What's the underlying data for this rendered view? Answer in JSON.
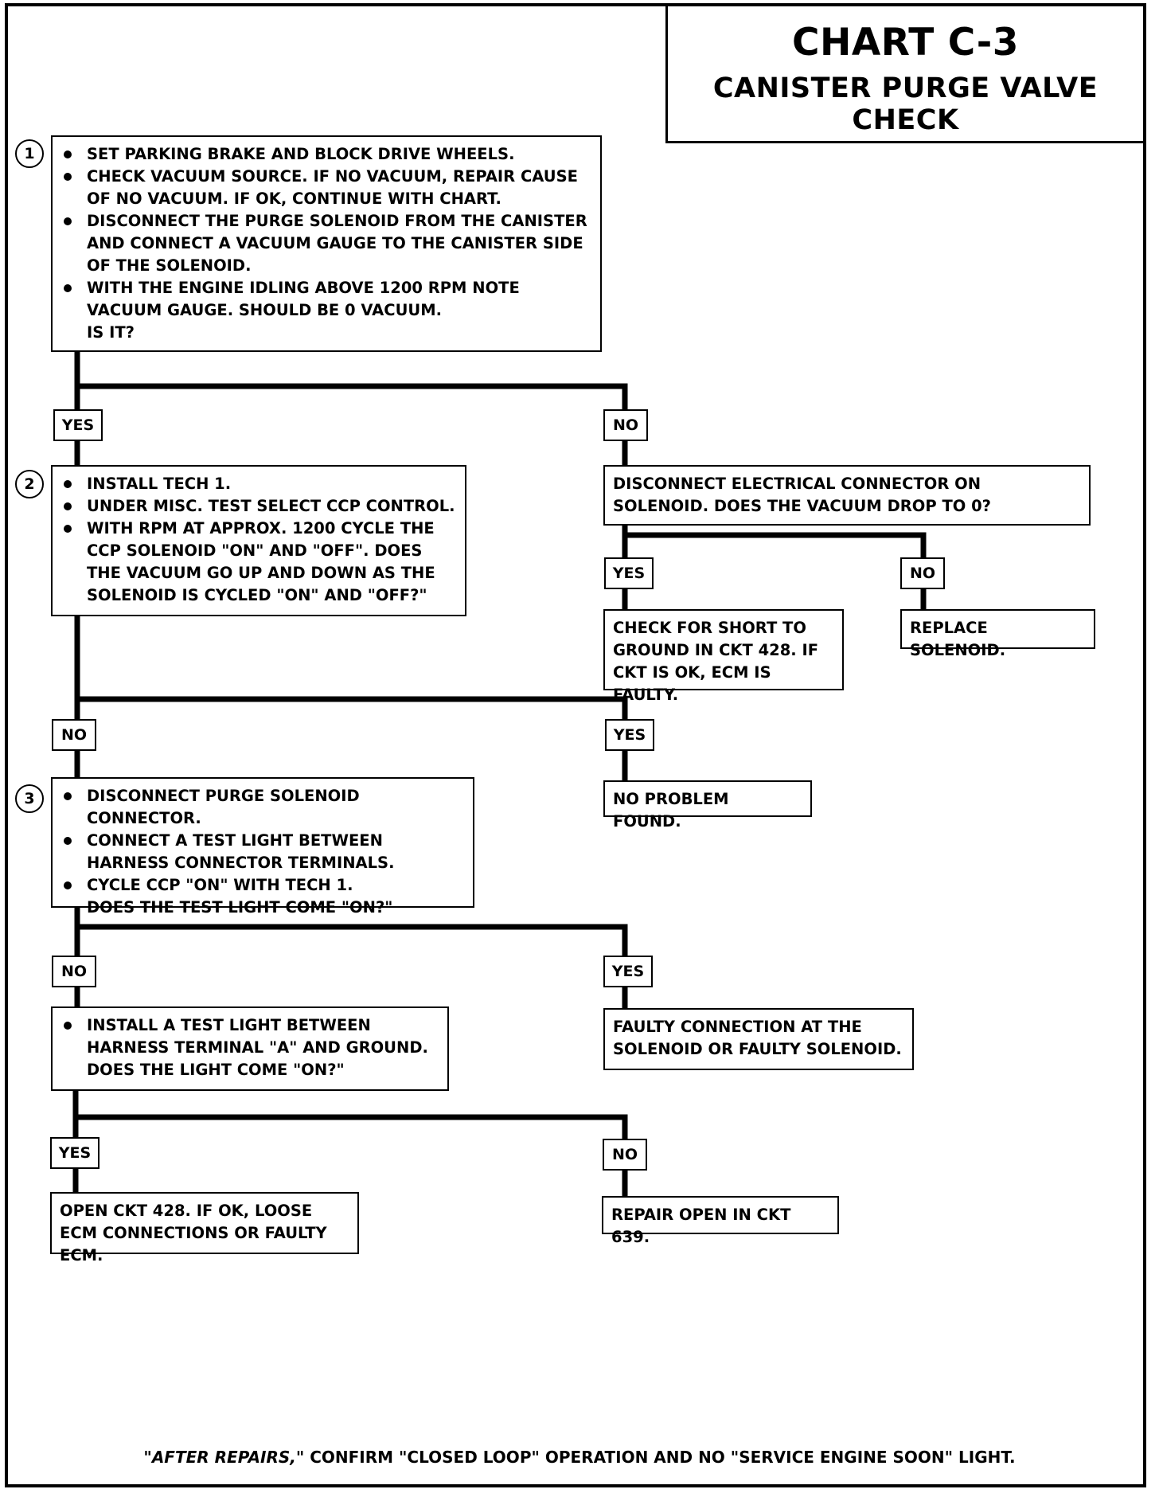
{
  "title": "CHART C-3",
  "subtitle": "CANISTER PURGE VALVE CHECK",
  "steps": [
    "1",
    "2",
    "3"
  ],
  "box1": {
    "bullets": [
      "SET PARKING BRAKE AND BLOCK DRIVE WHEELS.",
      "CHECK VACUUM SOURCE. IF NO VACUUM, REPAIR CAUSE OF NO VACUUM. IF OK, CONTINUE WITH CHART.",
      "DISCONNECT THE PURGE SOLENOID FROM THE CANISTER AND CONNECT A VACUUM GAUGE TO THE CANISTER SIDE OF THE SOLENOID.",
      "WITH THE ENGINE IDLING ABOVE 1200 RPM NOTE VACUUM GAUGE. SHOULD BE 0 VACUUM."
    ],
    "question": "IS IT?"
  },
  "box2": {
    "bullets": [
      "INSTALL TECH 1.",
      "UNDER MISC. TEST SELECT CCP CONTROL.",
      "WITH RPM AT APPROX. 1200 CYCLE THE CCP SOLENOID \"ON\" AND \"OFF\". DOES THE VACUUM GO UP AND DOWN AS THE SOLENOID IS CYCLED \"ON\" AND \"OFF?\""
    ]
  },
  "box_disconnect": "DISCONNECT ELECTRICAL CONNECTOR ON SOLENOID. DOES THE VACUUM DROP TO 0?",
  "box_short": "CHECK FOR SHORT TO GROUND IN CKT 428. IF CKT IS OK, ECM IS FAULTY.",
  "box_replace": "REPLACE SOLENOID.",
  "box_noproblem": "NO PROBLEM FOUND.",
  "box3": {
    "bullets": [
      "DISCONNECT PURGE SOLENOID CONNECTOR.",
      "CONNECT A TEST LIGHT BETWEEN HARNESS CONNECTOR TERMINALS.",
      "CYCLE CCP \"ON\" WITH TECH 1."
    ],
    "question": "DOES THE TEST LIGHT COME \"ON?\""
  },
  "box_install_light": {
    "bullets": [
      "INSTALL A TEST LIGHT BETWEEN HARNESS TERMINAL \"A\" AND GROUND."
    ],
    "question": "DOES THE LIGHT COME \"ON?\""
  },
  "box_faulty_connection": "FAULTY CONNECTION AT THE SOLENOID OR FAULTY SOLENOID.",
  "box_open_ckt": "OPEN CKT 428. IF OK, LOOSE ECM CONNECTIONS OR FAULTY ECM.",
  "box_repair_open": "REPAIR OPEN IN CKT 639.",
  "labels": {
    "yes": "YES",
    "no": "NO"
  },
  "footer": {
    "italic": "\"AFTER REPAIRS,\"",
    "rest": " CONFIRM \"CLOSED LOOP\" OPERATION AND NO \"SERVICE ENGINE SOON\" LIGHT."
  }
}
